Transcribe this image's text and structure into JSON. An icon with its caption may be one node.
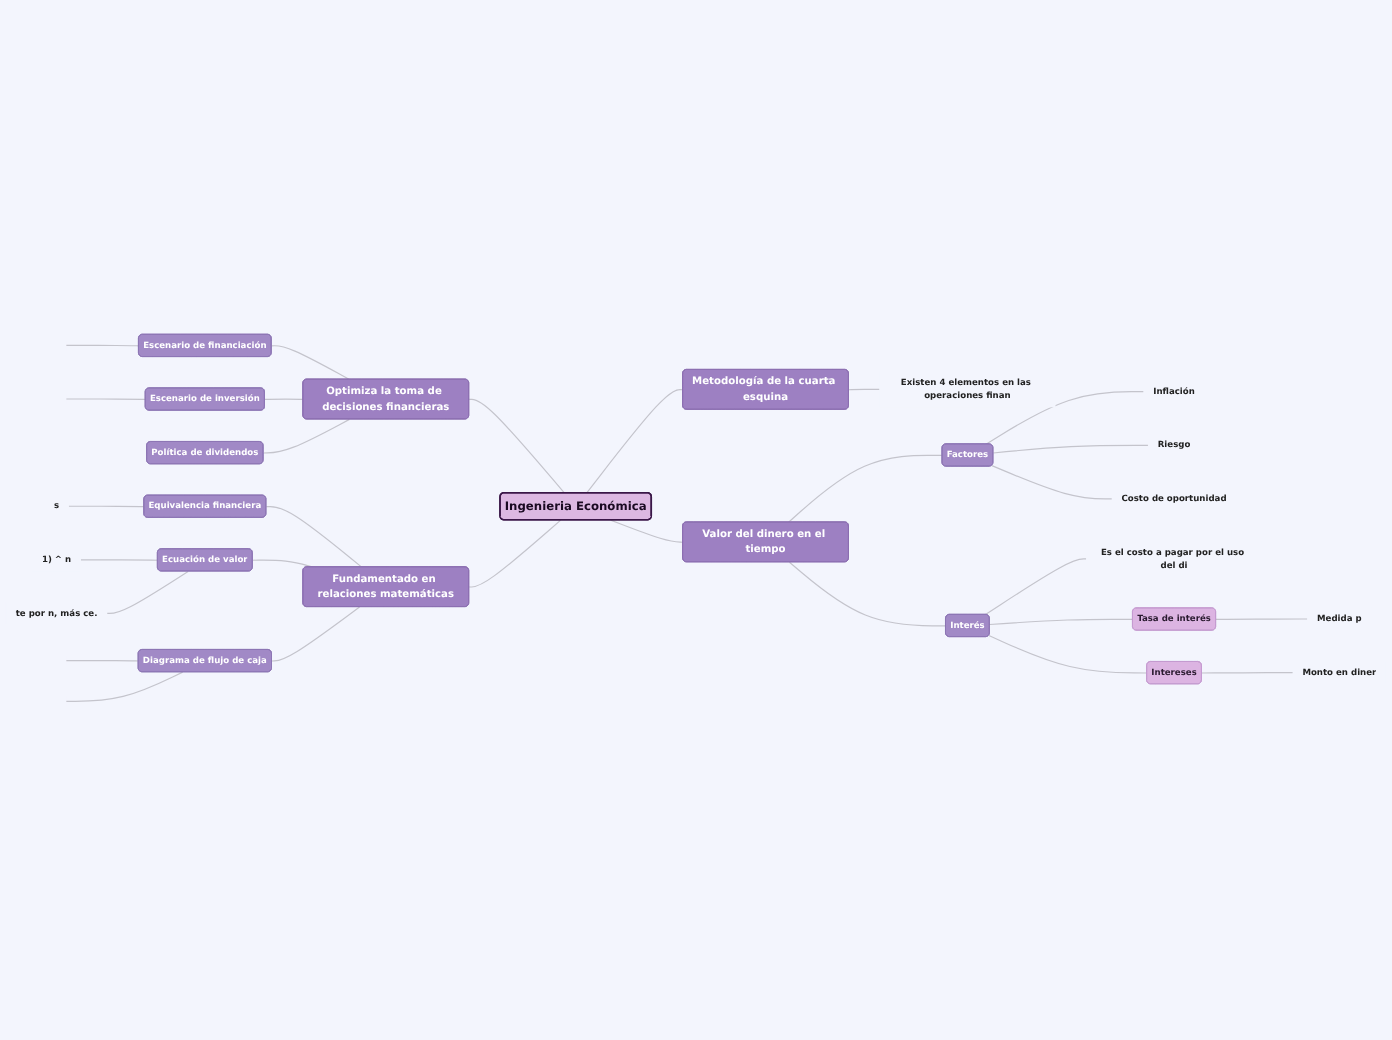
{
  "diagram": {
    "nodes": [
      {
        "text": [
          "Ingenieria Económica"
        ]
      },
      {
        "text": [
          "Optimiza la toma de decisiones financieras"
        ]
      },
      {
        "text": [
          "Escenario de financiación"
        ]
      },
      {
        "text": [
          "Escenario de inversión"
        ]
      },
      {
        "text": [
          "Política de dividendos"
        ]
      },
      {
        "text": [
          "Fundamentado en relaciones matemáticas"
        ]
      },
      {
        "text": [
          "Equivalencia financiera"
        ]
      },
      {
        "text": [
          "s"
        ]
      },
      {
        "text": [
          "Ecuación de valor"
        ]
      },
      {
        "text": [
          "1) ^ n"
        ]
      },
      {
        "text": [
          "te por n, más ce."
        ]
      },
      {
        "text": [
          "Diagrama de flujo de caja"
        ]
      },
      {
        "text": [
          "Metodología de la cuarta esquina"
        ]
      },
      {
        "text": [
          "Existen 4 elementos en las operaciones finan"
        ]
      },
      {
        "text": [
          "Valor del dinero en el tiempo"
        ]
      },
      {
        "text": [
          "Factores"
        ]
      },
      {
        "text": [
          "Inflación"
        ]
      },
      {
        "text": [
          "Riesgo"
        ]
      },
      {
        "text": [
          "Costo de oportunidad"
        ]
      },
      {
        "text": [
          "Interés"
        ]
      },
      {
        "text": [
          "Es el costo a pagar por el uso del di"
        ]
      },
      {
        "text": [
          "Tasa de interés"
        ]
      },
      {
        "text": [
          "Medida p"
        ]
      },
      {
        "text": [
          "Intereses"
        ]
      },
      {
        "text": [
          "Monto en diner"
        ]
      }
    ],
    "edges": [
      {
        "from": 0,
        "to": 1,
        "arrow": "none"
      },
      {
        "from": 1,
        "to": 2,
        "arrow": "none"
      },
      {
        "from": 1,
        "to": 3,
        "arrow": "none"
      },
      {
        "from": 1,
        "to": 4,
        "arrow": "none"
      },
      {
        "from": 2,
        "to": null,
        "arrow": "none"
      },
      {
        "from": 3,
        "to": null,
        "arrow": "none"
      },
      {
        "from": 0,
        "to": 5,
        "arrow": "none"
      },
      {
        "from": 5,
        "to": 6,
        "arrow": "none"
      },
      {
        "from": 6,
        "to": 7,
        "arrow": "none"
      },
      {
        "from": 5,
        "to": 8,
        "arrow": "none"
      },
      {
        "from": 8,
        "to": 9,
        "arrow": "none"
      },
      {
        "from": 8,
        "to": 10,
        "arrow": "none"
      },
      {
        "from": 5,
        "to": 11,
        "arrow": "none"
      },
      {
        "from": 11,
        "to": null,
        "arrow": "none"
      },
      {
        "from": 11,
        "to": null,
        "arrow": "none"
      },
      {
        "from": 0,
        "to": 12,
        "arrow": "none"
      },
      {
        "from": 12,
        "to": 13,
        "arrow": "none"
      },
      {
        "from": 0,
        "to": 14,
        "arrow": "none"
      },
      {
        "from": 14,
        "to": 15,
        "arrow": "none"
      },
      {
        "from": 15,
        "to": 16,
        "arrow": "none"
      },
      {
        "from": 15,
        "to": 17,
        "arrow": "none"
      },
      {
        "from": 15,
        "to": 18,
        "arrow": "none"
      },
      {
        "from": 14,
        "to": 19,
        "arrow": "none"
      },
      {
        "from": 19,
        "to": 20,
        "arrow": "none"
      },
      {
        "from": 19,
        "to": 21,
        "arrow": "none"
      },
      {
        "from": 21,
        "to": 22,
        "arrow": "none"
      },
      {
        "from": 19,
        "to": 23,
        "arrow": "none"
      },
      {
        "from": 23,
        "to": 24,
        "arrow": "none"
      }
    ]
  }
}
